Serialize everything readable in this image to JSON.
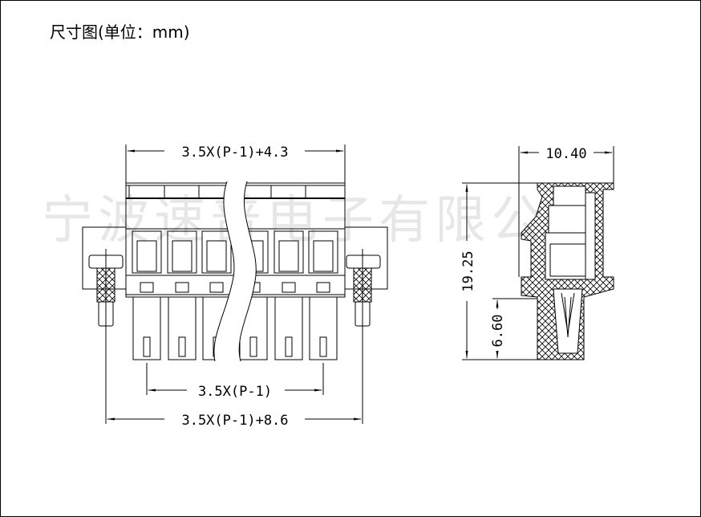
{
  "title": "尺寸图(单位：mm)",
  "watermark": "宁波速普电子有限公司",
  "front_view": {
    "dim_top": "3.5X(P-1)+4.3",
    "dim_pitch": "3.5X(P-1)",
    "dim_bottom": "3.5X(P-1)+8.6"
  },
  "side_view": {
    "dim_width": "10.40",
    "dim_height": "19.25",
    "dim_pin": "6.60"
  }
}
